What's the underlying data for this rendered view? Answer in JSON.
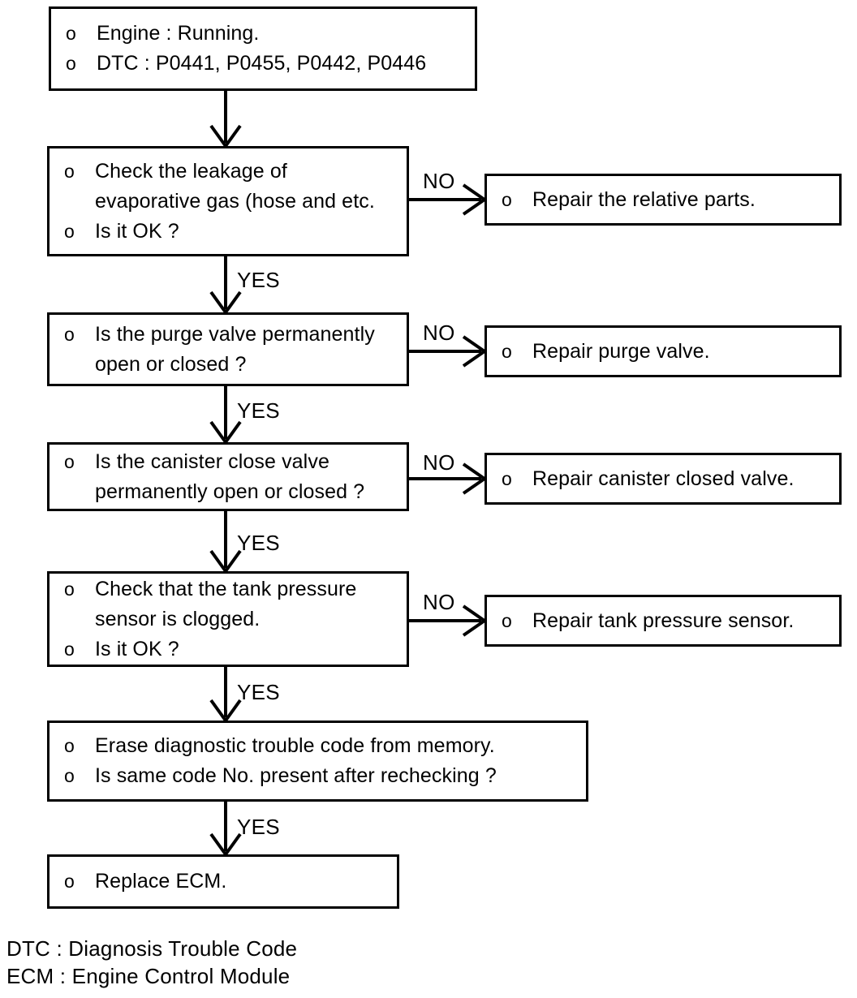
{
  "diagram": {
    "title": "EVAP diagnostic trouble code flowchart",
    "line_color": "#000000",
    "background": "#ffffff"
  },
  "nodes": {
    "start": {
      "name": "start-conditions",
      "lines": [
        {
          "bullet": "o",
          "text": "Engine : Running."
        },
        {
          "bullet": "o",
          "text": "DTC : P0441, P0455, P0442, P0446"
        }
      ]
    },
    "step1": {
      "name": "check-leakage",
      "lines": [
        {
          "bullet": "o",
          "text": "Check the leakage of"
        },
        {
          "bullet": "",
          "text": "evaporative gas (hose and etc."
        },
        {
          "bullet": "o",
          "text": "Is it OK ?"
        }
      ]
    },
    "step1_no": {
      "name": "repair-relative-parts",
      "lines": [
        {
          "bullet": "o",
          "text": "Repair the relative parts."
        }
      ]
    },
    "step2": {
      "name": "check-purge-valve",
      "lines": [
        {
          "bullet": "o",
          "text": "Is the purge valve permanently"
        },
        {
          "bullet": "",
          "text": "open or closed ?"
        }
      ]
    },
    "step2_no": {
      "name": "repair-purge-valve",
      "lines": [
        {
          "bullet": "o",
          "text": "Repair purge valve."
        }
      ]
    },
    "step3": {
      "name": "check-canister-close-valve",
      "lines": [
        {
          "bullet": "o",
          "text": "Is the canister close valve"
        },
        {
          "bullet": "",
          "text": "permanently open or closed ?"
        }
      ]
    },
    "step3_no": {
      "name": "repair-canister-closed-valve",
      "lines": [
        {
          "bullet": "o",
          "text": "Repair canister closed valve."
        }
      ]
    },
    "step4": {
      "name": "check-tank-pressure-sensor",
      "lines": [
        {
          "bullet": "o",
          "text": "Check that the tank pressure"
        },
        {
          "bullet": "",
          "text": "sensor is clogged."
        },
        {
          "bullet": "o",
          "text": "Is it OK ?"
        }
      ]
    },
    "step4_no": {
      "name": "repair-tank-pressure-sensor",
      "lines": [
        {
          "bullet": "o",
          "text": "Repair tank pressure sensor."
        }
      ]
    },
    "step5": {
      "name": "erase-and-recheck",
      "lines": [
        {
          "bullet": "o",
          "text": "Erase diagnostic trouble code from memory."
        },
        {
          "bullet": "o",
          "text": "Is same code No. present after rechecking ?"
        }
      ]
    },
    "end": {
      "name": "replace-ecm",
      "lines": [
        {
          "bullet": "o",
          "text": "Replace ECM."
        }
      ]
    }
  },
  "edges": {
    "no1": "NO",
    "no2": "NO",
    "no3": "NO",
    "no4": "NO",
    "yes1": "YES",
    "yes2": "YES",
    "yes3": "YES",
    "yes4": "YES",
    "yes5": "YES"
  },
  "legend": {
    "line1": "DTC : Diagnosis Trouble Code",
    "line2": "ECM : Engine Control Module"
  }
}
